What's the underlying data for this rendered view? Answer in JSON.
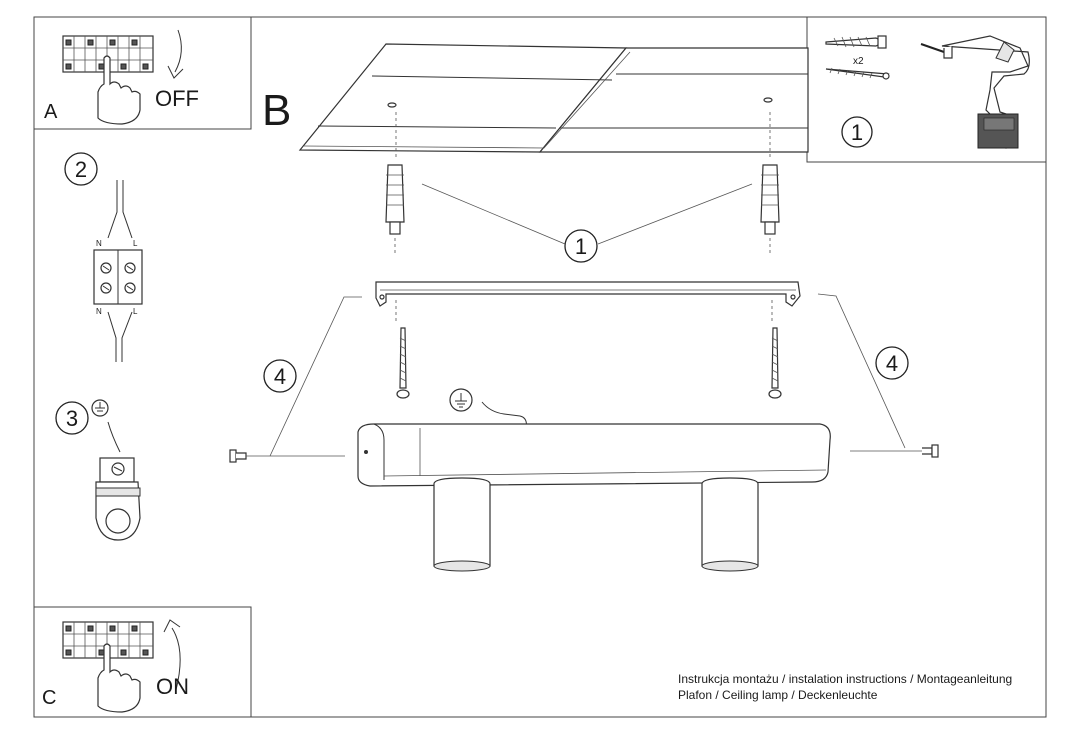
{
  "panels": {
    "a": {
      "letter": "A",
      "action": "OFF"
    },
    "b": {
      "letter": "B"
    },
    "c": {
      "letter": "C",
      "action": "ON"
    },
    "tools": {
      "step": "1",
      "dowel_qty": "x2"
    }
  },
  "terminal": {
    "left_top": "N",
    "right_top": "L",
    "left_bottom": "N",
    "right_bottom": "L"
  },
  "steps": {
    "s1": "1",
    "s2": "2",
    "s3": "3",
    "s4_left": "4",
    "s4_right": "4"
  },
  "footer": {
    "line1": "Instrukcja montażu / instalation instructions / Montageanleitung",
    "line2": "Plafon / Ceiling lamp / Deckenleuchte"
  }
}
